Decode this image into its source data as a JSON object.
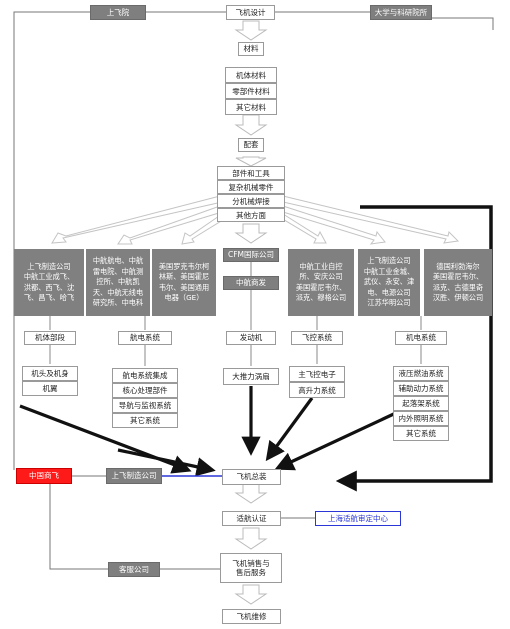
{
  "top": {
    "left": "上飞院",
    "center": "飞机设计",
    "right": "大学与科研院所"
  },
  "materials": {
    "title": "材料",
    "items": [
      "机体材料",
      "零部件材料",
      "其它材料"
    ]
  },
  "assembly": {
    "title": "配套",
    "items": [
      "部件和工具",
      "复杂机械零件",
      "分机械焊接",
      "其他方面"
    ]
  },
  "cfm": {
    "title": "CFM国际公司",
    "sub": "中航商发"
  },
  "columns": [
    {
      "panel": "上飞制造公司\n中航工业成飞、\n洪都、西飞、沈\n飞、昌飞、哈飞",
      "label": "机体部段",
      "items": [
        "机头及机身",
        "机翼"
      ]
    },
    {
      "panel": "中航航电、中航\n雷电院、中航测\n控所、中航凯\n天、中航无线电\n研究所、中电科",
      "label": "航电系统",
      "items": [
        "航电系统集成",
        "核心处理部件",
        "导航与监视系统",
        "其它系统"
      ]
    },
    {
      "panel": "美国罗克韦尔柯\n林斯、美国霍尼\n韦尔、美国通用\n电器（GE）"
    },
    {
      "label": "发动机",
      "items": [
        "大推力涡扇"
      ]
    },
    {
      "panel": "中航工业自控\n所、安庆公司\n美国霍尼韦尔、\n派克、穆格公司",
      "label": "飞控系统",
      "items": [
        "主飞控电子",
        "高升力系统"
      ]
    },
    {
      "panel": "上飞制造公司\n中航工业金城、\n武仪、永安、津\n电、电源公司\n江苏华明公司",
      "label": "机电系统",
      "items": [
        "液压燃油系统",
        "辅助动力系统",
        "起落架系统",
        "内外照明系统",
        "其它系统"
      ]
    },
    {
      "panel": "德国利勃海尔\n美国霍尼韦尔、\n派克、古德里奇\n汉胜、伊顿公司"
    }
  ],
  "final": {
    "red": "中国商飞",
    "maker": "上飞制造公司",
    "assembly": "飞机总装",
    "cert": "适航认证",
    "cert_center": "上海适航审定中心",
    "service": "客服公司",
    "sales": "飞机销售与\n售后服务",
    "maint": "飞机维修"
  }
}
